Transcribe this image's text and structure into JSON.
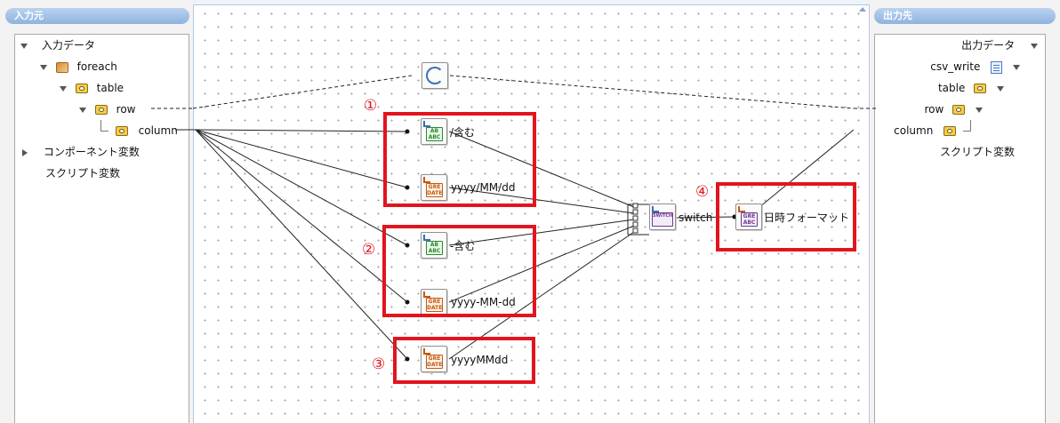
{
  "left_panel": {
    "title": "入力元",
    "items": [
      {
        "label": "入力データ"
      },
      {
        "label": "foreach"
      },
      {
        "label": "table"
      },
      {
        "label": "row"
      },
      {
        "label": "column"
      },
      {
        "label": "コンポーネント変数"
      },
      {
        "label": "スクリプト変数"
      }
    ]
  },
  "right_panel": {
    "title": "出力先",
    "items": [
      {
        "label": "出力データ"
      },
      {
        "label": "csv_write"
      },
      {
        "label": "table"
      },
      {
        "label": "row"
      },
      {
        "label": "column"
      },
      {
        "label": "スクリプト変数"
      }
    ]
  },
  "canvas": {
    "nodes": [
      {
        "label": "",
        "icon": "loop-icon"
      },
      {
        "label": "/含む",
        "icon": "string-match-icon",
        "badge": "AB ABC"
      },
      {
        "label": "yyyy/MM/dd",
        "icon": "date-format-icon",
        "badge": "GRE DATE"
      },
      {
        "label": "-含む",
        "icon": "string-match-icon",
        "badge": "AB ABC"
      },
      {
        "label": "yyyy-MM-dd",
        "icon": "date-format-icon",
        "badge": "GRE DATE"
      },
      {
        "label": "yyyyMMdd",
        "icon": "date-format-icon",
        "badge": "GRE DATE"
      },
      {
        "label": "switch",
        "icon": "switch-icon",
        "badge": "SWITCH"
      },
      {
        "label": "日時フォーマット",
        "icon": "datetime-format-icon",
        "badge": "GRE ABC"
      }
    ],
    "annotations": [
      "①",
      "②",
      "③",
      "④"
    ],
    "colors": {
      "highlight": "#e2141e",
      "accent": "#8fb3de"
    }
  }
}
